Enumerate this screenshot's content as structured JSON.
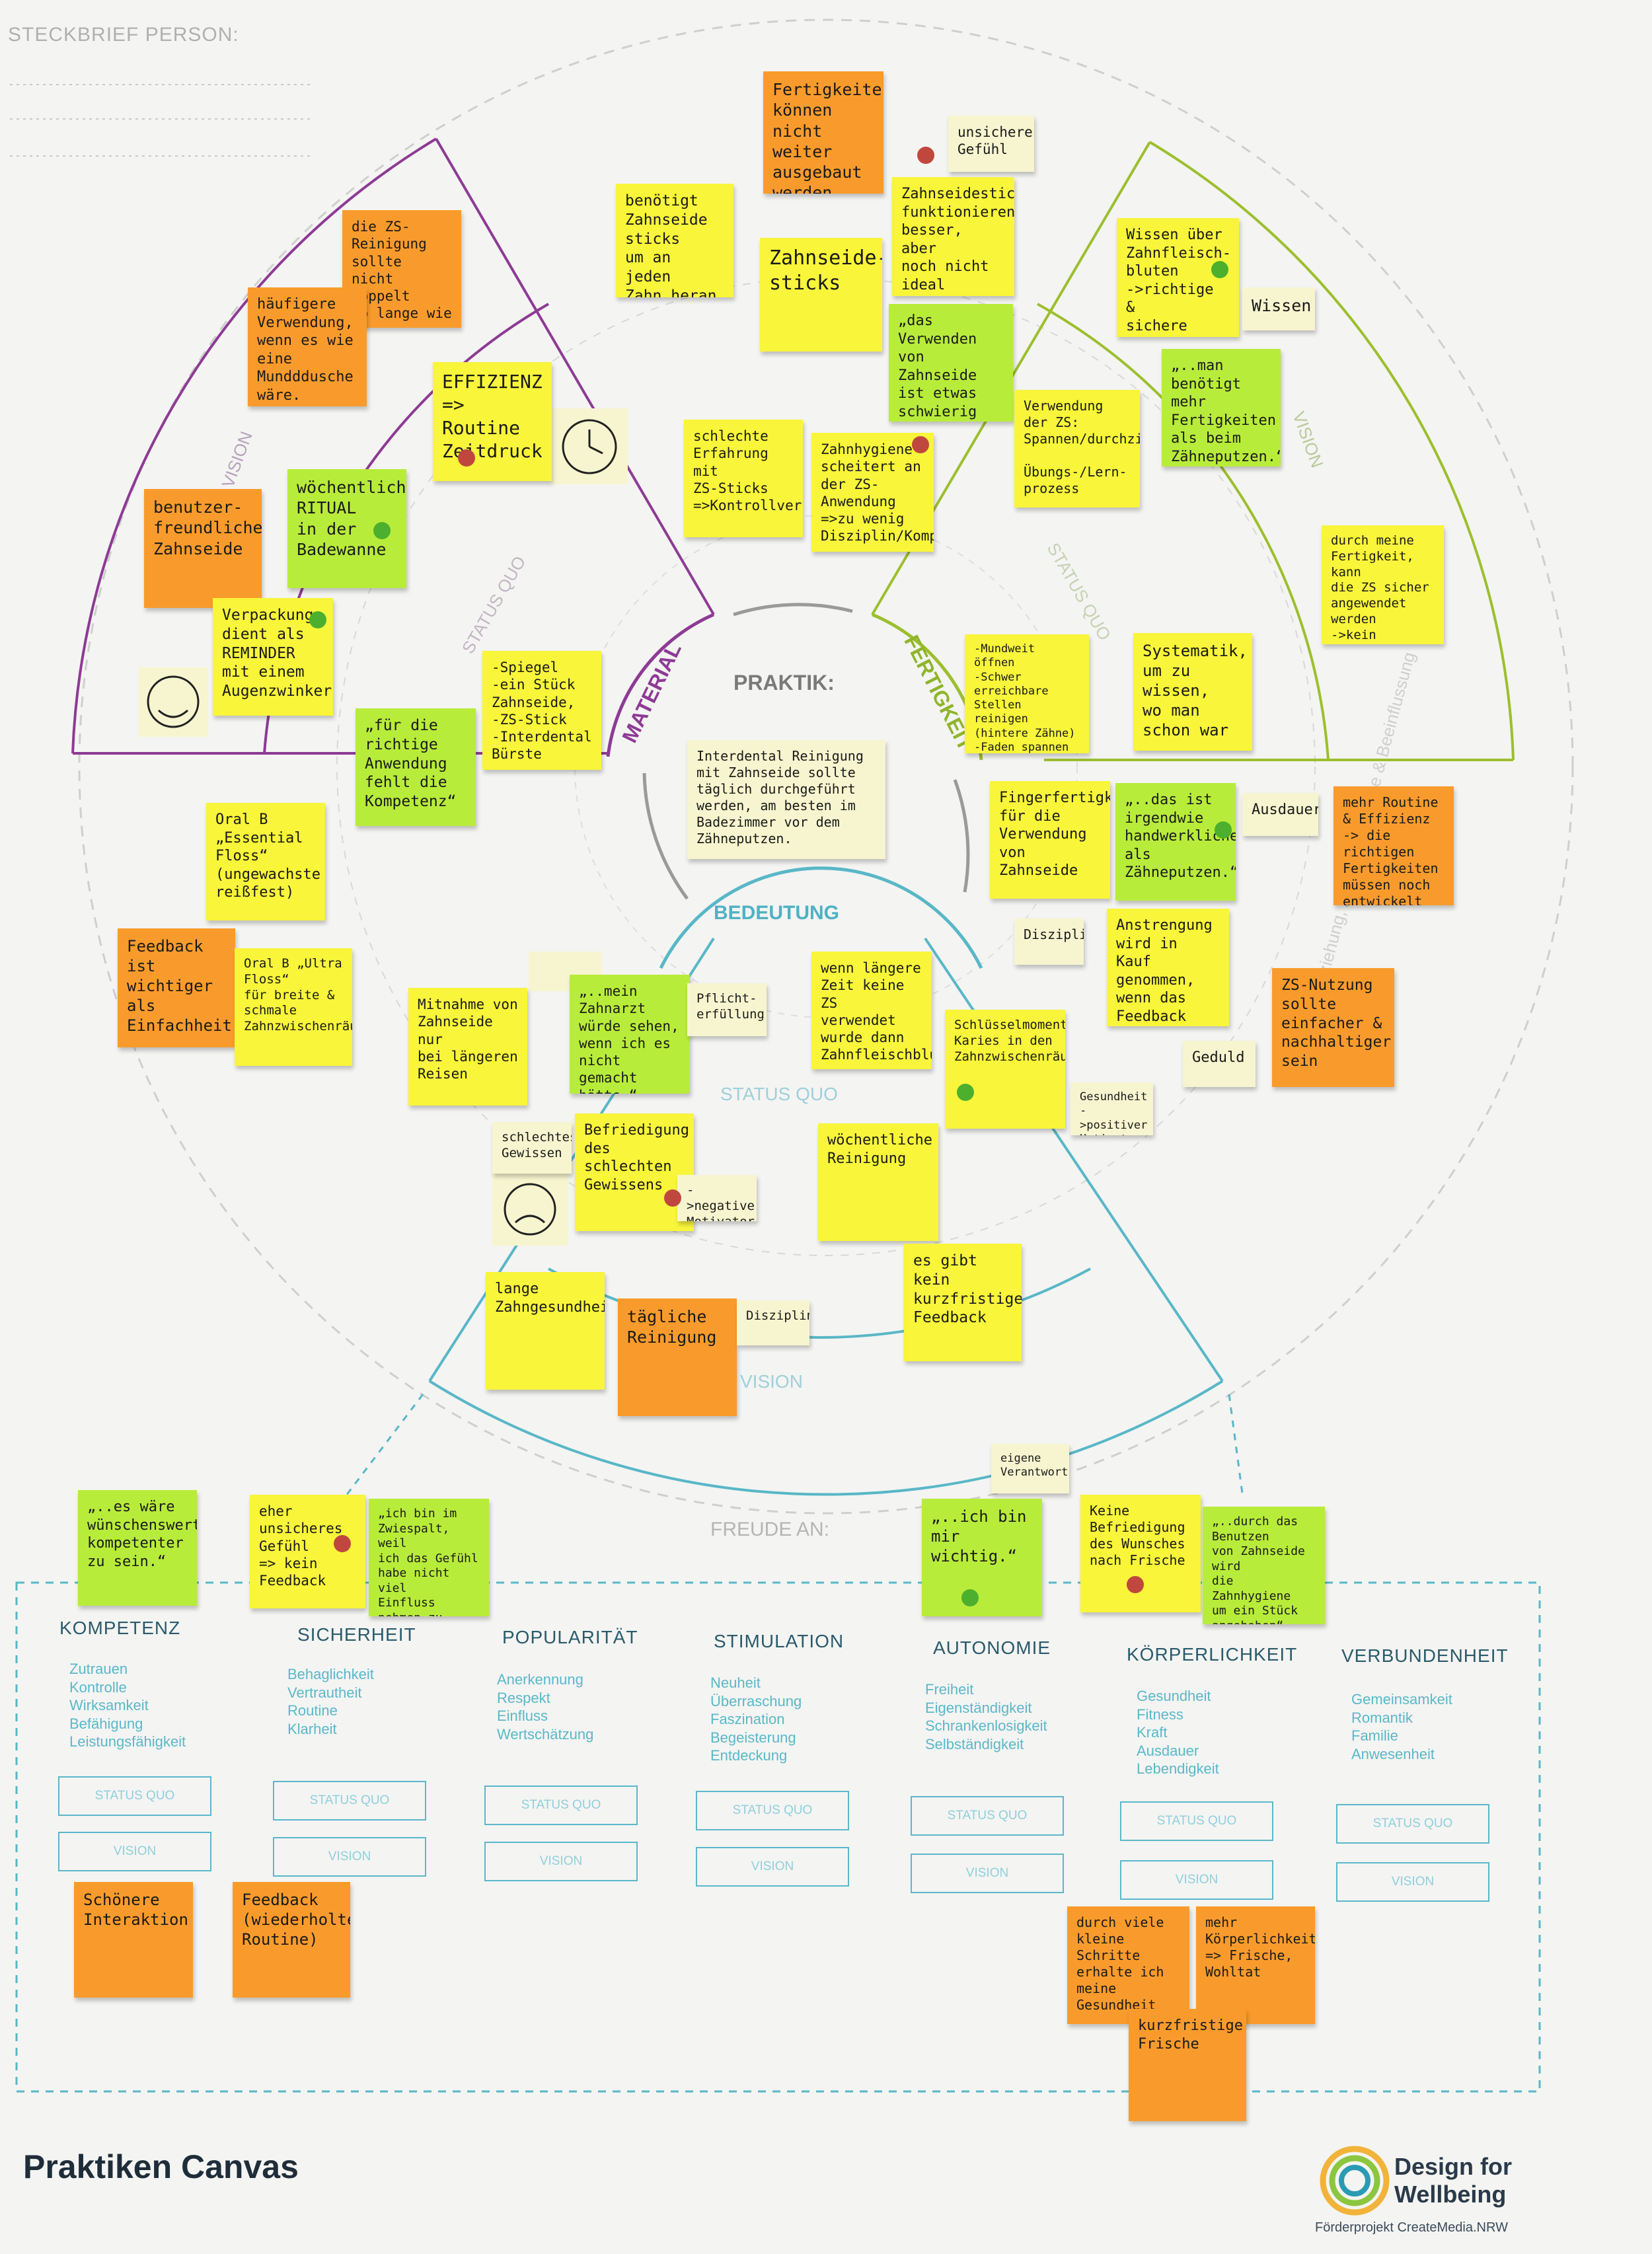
{
  "header": {
    "steckbrief": "STECKBRIEF PERSON:"
  },
  "center": {
    "praktik": "PRAKTIK:",
    "material": "MATERIAL",
    "fertigkeit": "FERTIGKEIT",
    "bedeutung": "BEDEUTUNG"
  },
  "zones": {
    "vision_left": "VISION",
    "vision_right": "VISION",
    "status_quo_left": "STATUS QUO",
    "status_quo_right": "STATUS QUO",
    "status_quo_bottom": "STATUS QUO",
    "vision_bottom": "VISION",
    "beziehung": "Beziehung, Zusammenhänge & Beeinflussung"
  },
  "freude": {
    "label": "FREUDE AN:"
  },
  "categories": [
    {
      "title": "KOMPETENZ",
      "items": "Zutrauen\nKontrolle\nWirksamkeit\nBefähigung\nLeistungsfähigkeit"
    },
    {
      "title": "SICHERHEIT",
      "items": "Behaglichkeit\nVertrautheit\nRoutine\nKlarheit"
    },
    {
      "title": "POPULARITÄT",
      "items": "Anerkennung\nRespekt\nEinfluss\nWertschätzung"
    },
    {
      "title": "STIMULATION",
      "items": "Neuheit\nÜberraschung\nFaszination\nBegeisterung\nEntdeckung"
    },
    {
      "title": "AUTONOMIE",
      "items": "Freiheit\nEigenständigkeit\nSchrankenlosigkeit\nSelbständigkeit"
    },
    {
      "title": "KÖRPERLICHKEIT",
      "items": "Gesundheit\nFitness\nKraft\nAusdauer\nLebendigkeit"
    },
    {
      "title": "VERBUNDENHEIT",
      "items": "Gemeinsamkeit\nRomantik\nFamilie\nAnwesenheit"
    }
  ],
  "boxes": {
    "status_quo": "STATUS QUO",
    "vision": "VISION"
  },
  "footer": {
    "title": "Praktiken Canvas",
    "brand_line1": "Design for",
    "brand_line2": "Wellbeing",
    "brand_sub": "Förderprojekt CreateMedia.NRW"
  },
  "notes": [
    {
      "text": "Fertigkeiten\nkönnen nicht\nweiter ausgebaut\nwerden\n=>Material muss\nbesser werden",
      "color": "o"
    },
    {
      "text": "unsicheres\nGefühl",
      "color": "c"
    },
    {
      "text": "benötigt\nZahnseide sticks\num an jeden\nZahn heran\nzu kommen",
      "color": "y"
    },
    {
      "text": "Zahnseide-\nsticks",
      "color": "y"
    },
    {
      "text": "Zahnseidestick\nfunktionieren\nbesser, aber\nnoch nicht\nideal",
      "color": "y"
    },
    {
      "text": "„das Verwenden\nvon Zahnseide\nist etwas schwierig\nund erfordert\nÜbung.“",
      "color": "g"
    },
    {
      "text": "die ZS-Reinigung\nsollte\nnicht doppelt\nso lange wie das\nZähneputzen dauern",
      "color": "o"
    },
    {
      "text": "häufigere\nVerwendung,\nwenn es wie\neine Mundddusche\nwäre.",
      "color": "o"
    },
    {
      "text": "EFFIZIENZ\n=> Routine\nZeitdruck",
      "color": "y"
    },
    {
      "text": "schlechte\nErfahrung mit\nZS-Sticks\n=>Kontrollverlust",
      "color": "y"
    },
    {
      "text": "Zahnhygiene\nscheitert an\nder ZS-Anwendung\n=>zu wenig\nDisziplin/Kompetenz",
      "color": "y"
    },
    {
      "text": "Wissen über\nZahnfleisch-\nbluten\n->richtige &\nsichere Anwendung",
      "color": "y"
    },
    {
      "text": "Wissen",
      "color": "c"
    },
    {
      "text": "„..man benötigt\nmehr Fertigkeiten\nals beim\nZähneputzen.“",
      "color": "g"
    },
    {
      "text": "Verwendung der ZS:\nSpannen/durchziehen\n\nÜbungs-/Lern-\nprozess",
      "color": "y"
    },
    {
      "text": "benutzer-\nfreundliche\nZahnseide",
      "color": "o"
    },
    {
      "text": "wöchentliches\nRITUAL\nin der\nBadewanne",
      "color": "g"
    },
    {
      "text": "Verpackung\ndient als\nREMINDER\nmit einem\nAugenzwinkern",
      "color": "y"
    },
    {
      "text": "durch meine\nFertigkeit, kann\ndie ZS sicher\nangewendet\nwerden\n->kein Kontrollverlust",
      "color": "y"
    },
    {
      "text": "-Mundweit öffnen\n-Schwer erreichbare\nStellen reinigen\n(hintere Zähne)\n-Faden spannen\n(schwer halten\nder Finger Kuppen)",
      "color": "y"
    },
    {
      "text": "Systematik,\num zu wissen,\nwo man\nschon war",
      "color": "y"
    },
    {
      "text": "-Spiegel\n-ein Stück\nZahnseide,\n-ZS-Stick\n-Interdental Bürste",
      "color": "y"
    },
    {
      "text": "„für die\nrichtige\nAnwendung\nfehlt die\nKompetenz“",
      "color": "g"
    },
    {
      "text": "Interdental Reinigung\nmit Zahnseide sollte\ntäglich durchgeführt\nwerden, am besten im\nBadezimmer vor dem Zähneputzen.",
      "color": "c"
    },
    {
      "text": "Fingerfertigkeit\nfür die\nVerwendung von\nZahnseide",
      "color": "y"
    },
    {
      "text": "„..das ist\nirgendwie\nhandwerklicher\nals Zähneputzen.“",
      "color": "g"
    },
    {
      "text": "Ausdauer",
      "color": "c"
    },
    {
      "text": "mehr Routine\n& Effizienz\n-> die richtigen\nFertigkeiten\nmüssen noch\nentwickelt werden",
      "color": "o"
    },
    {
      "text": "Oral B\n„Essential Floss“\n(ungewachste\nreißfest)",
      "color": "y"
    },
    {
      "text": "Disziplin",
      "color": "c"
    },
    {
      "text": "Anstrengung\nwird in Kauf\ngenommen,\nwenn das Feedback\npositiv ist.",
      "color": "y"
    },
    {
      "text": "ZS-Nutzung\nsollte\neinfacher &\nnachhaltiger\nsein",
      "color": "o"
    },
    {
      "text": "Feedback\nist wichtiger\nals\nEinfachheit",
      "color": "o"
    },
    {
      "text": "Oral B „Ultra Floss“\nfür breite &\nschmale\nZahnzwischenräume",
      "color": "y"
    },
    {
      "text": "Mitnahme von\nZahnseide nur\nbei längeren\nReisen",
      "color": "y"
    },
    {
      "text": "„..mein Zahnarzt\nwürde sehen,\nwenn ich es\nnicht gemacht\nhätte.“",
      "color": "g"
    },
    {
      "text": "Pflicht-\nerfüllung",
      "color": "c"
    },
    {
      "text": "wenn längere\nZeit keine ZS\nverwendet\nwurde dann\nZahnfleischbluten",
      "color": "y"
    },
    {
      "text": "Schlüsselmoment:\nKaries in den\nZahnzwischenräumen",
      "color": "y"
    },
    {
      "text": "Gesundheit\n->positiver\nMotivator",
      "color": "c"
    },
    {
      "text": "Geduld",
      "color": "c"
    },
    {
      "text": "schlechtes\nGewissen",
      "color": "c"
    },
    {
      "text": "Befriedigung\ndes schlechten\nGewissens",
      "color": "y"
    },
    {
      "text": "->negativer\nMotivator",
      "color": "c"
    },
    {
      "text": "wöchentliche\nReinigung",
      "color": "y"
    },
    {
      "text": "es gibt kein\nkurzfristiges\nFeedback",
      "color": "y"
    },
    {
      "text": "lange\nZahngesundheit",
      "color": "y"
    },
    {
      "text": "tägliche\nReinigung",
      "color": "o"
    },
    {
      "text": "Disziplin",
      "color": "c"
    },
    {
      "text": "„..es wäre\nwünschenswert\nkompetenter\nzu sein.“",
      "color": "g"
    },
    {
      "text": "eher unsicheres\nGefühl\n=> kein\nFeedback",
      "color": "y"
    },
    {
      "text": "„ich bin im\nZwiespalt, weil\nich das Gefühl\nhabe nicht viel\nEinfluss nehmen zu\nkönnen.“",
      "color": "g"
    },
    {
      "text": "eigene\nVerantwortung",
      "color": "c"
    },
    {
      "text": "„..ich bin\nmir wichtig.“",
      "color": "g"
    },
    {
      "text": "Keine Befriedigung\ndes Wunsches\nnach Frische",
      "color": "y"
    },
    {
      "text": "„..durch das Benutzen\nvon Zahnseide wird\ndie Zahnhygiene\num ein Stück\nangehoben“",
      "color": "g"
    },
    {
      "text": "Schönere\nInteraktion",
      "color": "o"
    },
    {
      "text": "Feedback\n(wiederholte\nRoutine)",
      "color": "o"
    },
    {
      "text": "durch viele\nkleine Schritte\nerhalte ich meine\nGesundheit",
      "color": "o"
    },
    {
      "text": "mehr Körperlichkeit\n=> Frische,\nWohltat",
      "color": "o"
    },
    {
      "text": "kurzfristige\nFrische",
      "color": "o"
    }
  ]
}
